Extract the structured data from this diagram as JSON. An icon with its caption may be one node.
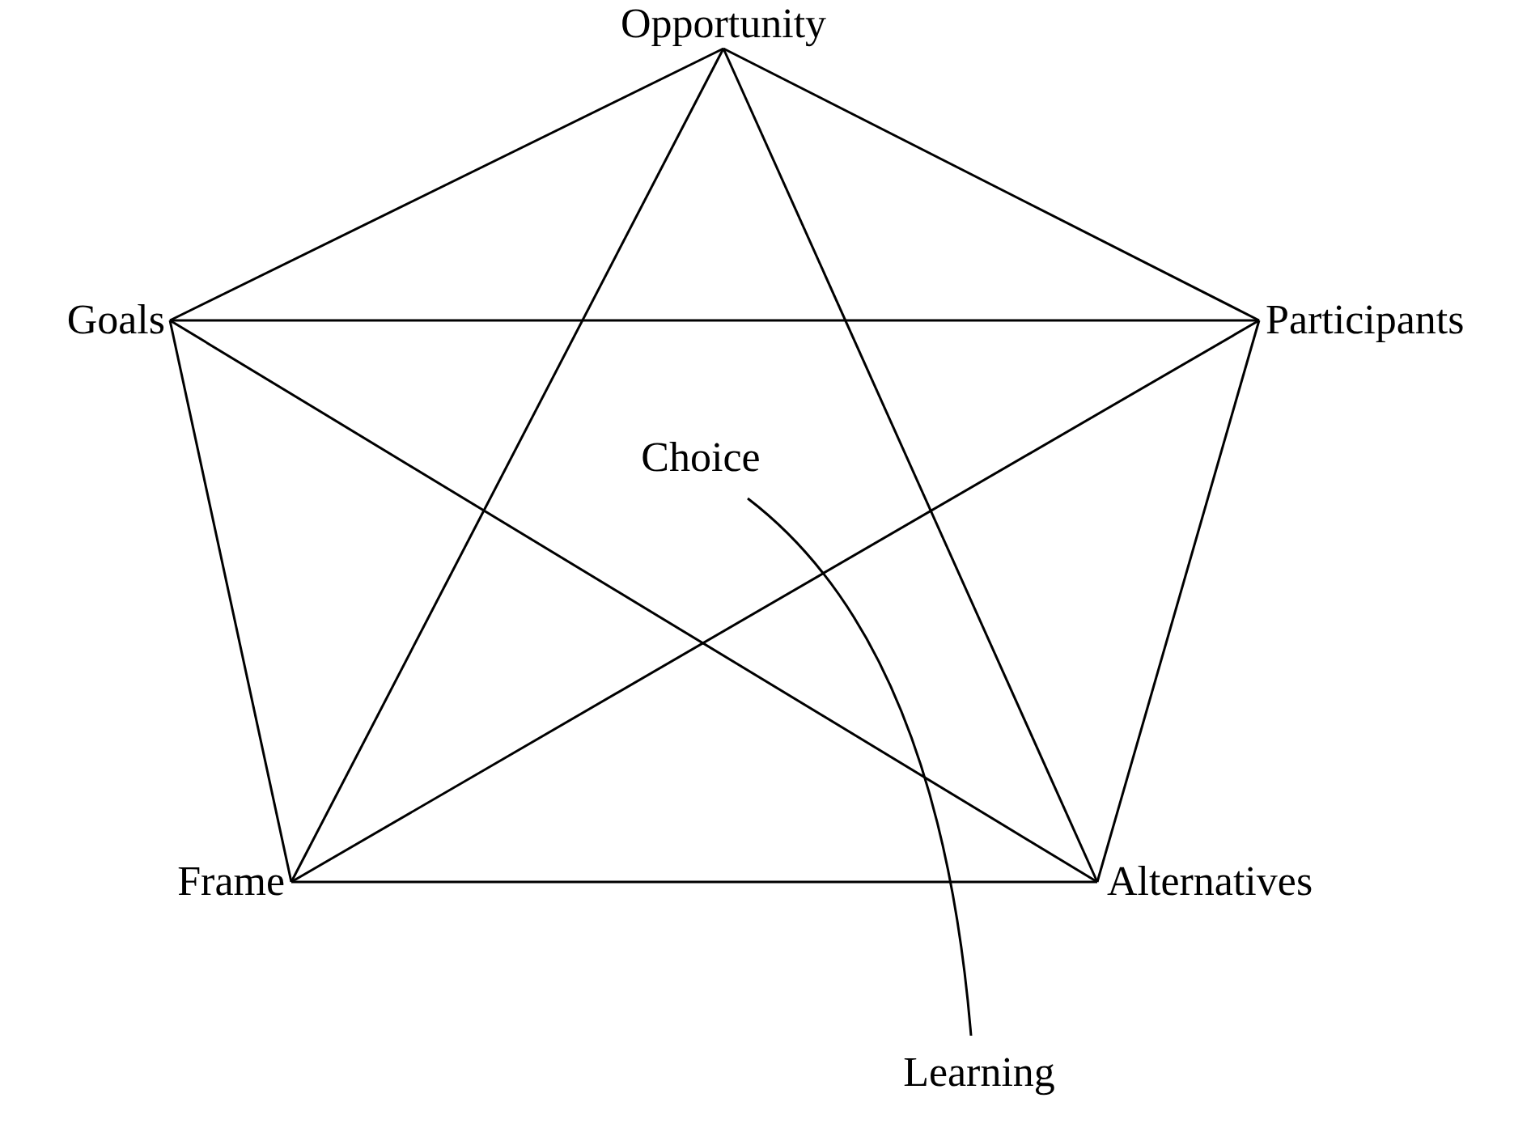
{
  "diagram": {
    "nodes": [
      {
        "text": [
          "Opportunity"
        ]
      },
      {
        "text": [
          "Goals"
        ]
      },
      {
        "text": [
          "Participants"
        ]
      },
      {
        "text": [
          "Choice"
        ]
      },
      {
        "text": [
          "Frame"
        ]
      },
      {
        "text": [
          "Alternatives"
        ]
      },
      {
        "text": [
          "Learning"
        ]
      }
    ],
    "edges": [
      {
        "from": 0,
        "to": 1,
        "arrow": "none"
      },
      {
        "from": 0,
        "to": 2,
        "arrow": "none"
      },
      {
        "from": 0,
        "to": 4,
        "arrow": "none"
      },
      {
        "from": 0,
        "to": 5,
        "arrow": "none"
      },
      {
        "from": 1,
        "to": 2,
        "arrow": "none"
      },
      {
        "from": 1,
        "to": 4,
        "arrow": "none"
      },
      {
        "from": 1,
        "to": 5,
        "arrow": "none"
      },
      {
        "from": 2,
        "to": 4,
        "arrow": "none"
      },
      {
        "from": 2,
        "to": 5,
        "arrow": "none"
      },
      {
        "from": 4,
        "to": 5,
        "arrow": "none"
      },
      {
        "from": 3,
        "to": 6,
        "arrow": "none"
      }
    ]
  }
}
